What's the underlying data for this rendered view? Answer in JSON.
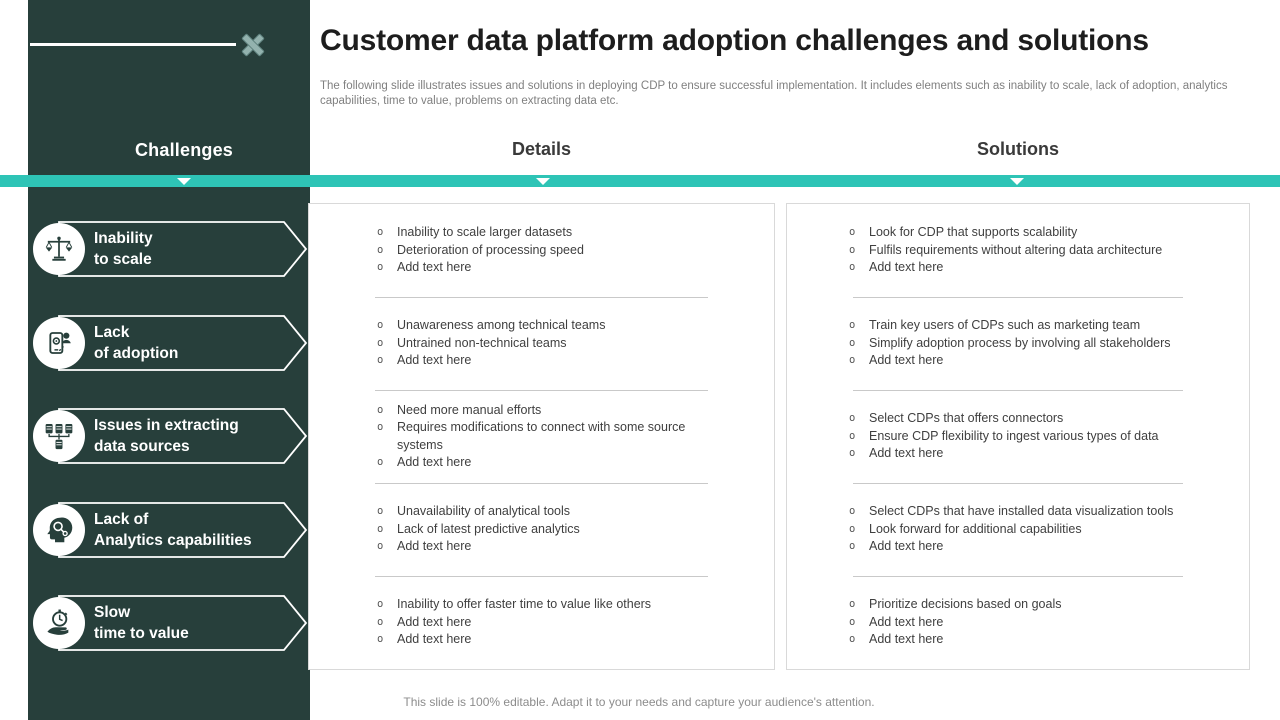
{
  "slide": {
    "title": "Customer data platform adoption challenges and solutions",
    "subtitle": "The following slide illustrates issues and solutions in deploying CDP to ensure successful implementation. It includes elements such as inability to scale, lack of adoption, analytics capabilities, time to value,  problems on extracting data etc.",
    "footer": "This slide is 100% editable. Adapt it to your needs and capture your audience's attention."
  },
  "colors": {
    "sidebar_bg": "#273f3b",
    "accent_teal": "#2ec4b6",
    "close_icon": "#93b2ae",
    "card_border": "#ffffff",
    "body_text": "#3f3f3f",
    "muted_text": "#8c8c8c",
    "panel_border": "#d9d9d9"
  },
  "challenges": {
    "label": "Challenges",
    "items": [
      {
        "line1": "Inability",
        "line2": "to scale",
        "icon": "balance-scale-icon"
      },
      {
        "line1": "Lack",
        "line2": "of adoption",
        "icon": "mobile-user-icon"
      },
      {
        "line1": "Issues in extracting",
        "line2": "data sources",
        "icon": "data-sources-icon"
      },
      {
        "line1": "Lack of",
        "line2": "Analytics capabilities",
        "icon": "analytics-head-icon"
      },
      {
        "line1": "Slow",
        "line2": "time to value",
        "icon": "stopwatch-hand-icon"
      }
    ]
  },
  "details": {
    "label": "Details",
    "sections": [
      {
        "bullets": [
          "Inability to scale larger datasets",
          "Deterioration of processing speed",
          "Add text here"
        ]
      },
      {
        "bullets": [
          "Unawareness among technical teams",
          "Untrained non-technical teams",
          "Add text here"
        ]
      },
      {
        "bullets": [
          "Need more manual efforts",
          "Requires modifications to connect with some source systems",
          "Add text here"
        ]
      },
      {
        "bullets": [
          "Unavailability of analytical tools",
          "Lack of latest predictive analytics",
          "Add text here"
        ]
      },
      {
        "bullets": [
          "Inability to offer faster time to value like others",
          "Add text here",
          "Add text here"
        ]
      }
    ]
  },
  "solutions": {
    "label": "Solutions",
    "sections": [
      {
        "bullets": [
          "Look for CDP that supports scalability",
          "Fulfils requirements without altering data architecture",
          "Add text here"
        ]
      },
      {
        "bullets": [
          "Train key users of CDPs such as marketing team",
          "Simplify adoption process by involving all stakeholders",
          "Add text here"
        ]
      },
      {
        "bullets": [
          "Select CDPs that offers connectors",
          "Ensure CDP flexibility to ingest various types of data",
          "Add text here"
        ]
      },
      {
        "bullets": [
          "Select CDPs that have installed data visualization tools",
          "Look forward for additional capabilities",
          "Add text here"
        ]
      },
      {
        "bullets": [
          "Prioritize decisions based on goals",
          "Add text here",
          "Add text here"
        ]
      }
    ]
  }
}
